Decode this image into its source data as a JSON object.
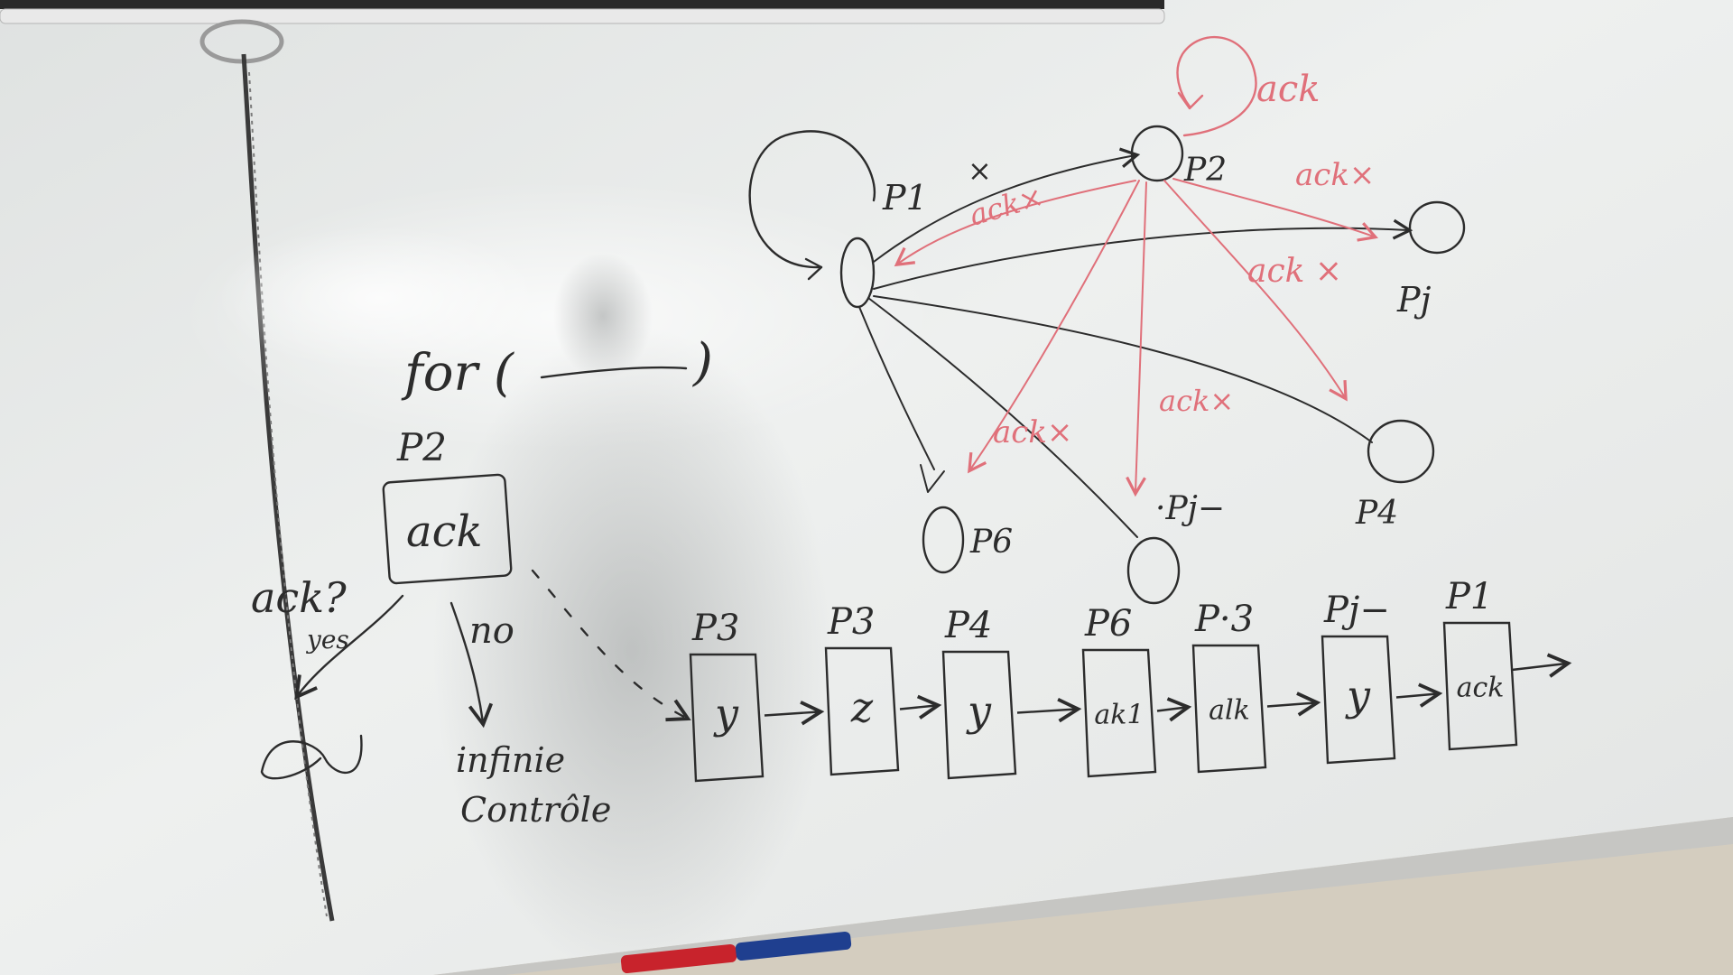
{
  "scene": {
    "palette": {
      "board": "#e6e8e7",
      "board_light": "#f1f2f1",
      "board_shadow": "#b9bcbc",
      "ink_black": "#2c2c2c",
      "ink_red": "#e0707a",
      "wall": "#d4cdbf",
      "tray": "#c9c9c5",
      "marker_red": "#c8232c",
      "marker_blue": "#1f3f8f"
    }
  },
  "network": {
    "self_ack": "ack",
    "nodes": {
      "p1": "P1",
      "p2": "P2",
      "pj_right": "Pj",
      "p6": "P6",
      "pj_bottom": "·Pj−",
      "p4": "P4"
    },
    "edge_labels": {
      "x_p1_p2": "×",
      "ack_p1_p2": "ack×",
      "ack_p2_pj_top": "ack×",
      "ack_p2_pj_mid": "ack ×",
      "ack_p6": "ack×",
      "ack_p4": "ack×"
    }
  },
  "left": {
    "for_label": "for (",
    "for_close": ")",
    "p2_label": "P2",
    "ack_box": "ack",
    "ack_question": "ack?",
    "yes": "yes",
    "no": "no",
    "infinite_line1": "infinie",
    "infinite_line2": "Contrôle"
  },
  "queue": {
    "items": [
      {
        "label": "P3",
        "content": "y"
      },
      {
        "label": "P3",
        "content": "z"
      },
      {
        "label": "P4",
        "content": "y"
      },
      {
        "label": "P6",
        "content": "ak1"
      },
      {
        "label": "P·3",
        "content": "alk"
      },
      {
        "label": "Pj−",
        "content": "y"
      },
      {
        "label": "P1",
        "content": "ack"
      }
    ]
  }
}
